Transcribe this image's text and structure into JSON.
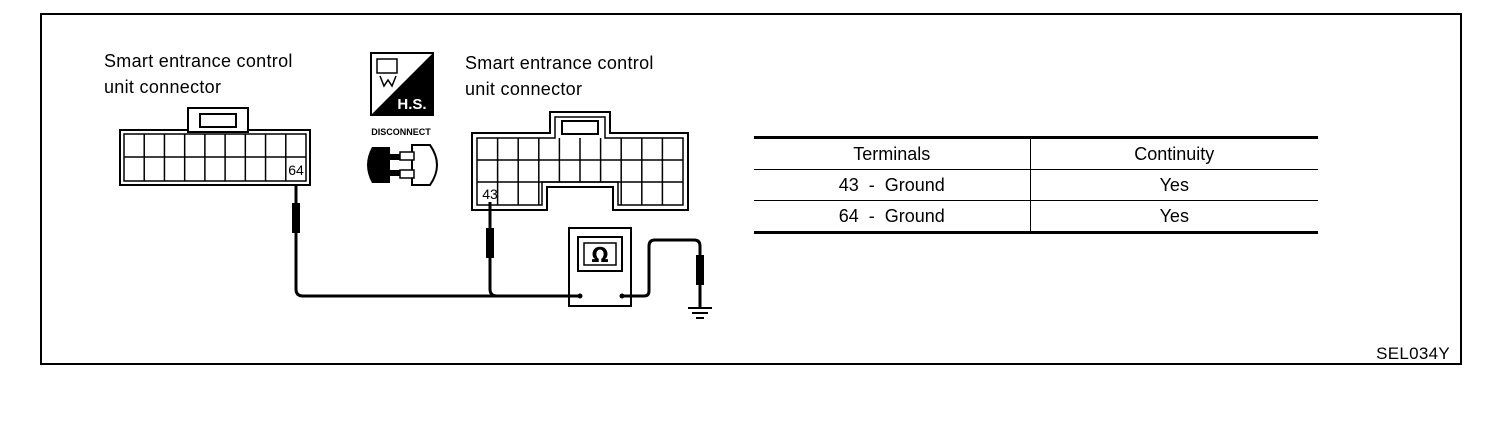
{
  "connector_left": {
    "label_line1": "Smart entrance control",
    "label_line2": "unit connector",
    "terminal": "64"
  },
  "connector_right": {
    "label_line1": "Smart entrance control",
    "label_line2": "unit connector",
    "terminal": "43"
  },
  "harness_symbol": {
    "badge": "H.S.",
    "caption": "DISCONNECT",
    "icon": "harness-disconnect-icon"
  },
  "meter": {
    "symbol": "Ω",
    "icon": "ohmmeter-icon"
  },
  "table": {
    "headers": [
      "Terminals",
      "Continuity"
    ],
    "rows": [
      {
        "terminals": "43  -  Ground",
        "continuity": "Yes"
      },
      {
        "terminals": "64  -  Ground",
        "continuity": "Yes"
      }
    ]
  },
  "figure_code": "SEL034Y"
}
